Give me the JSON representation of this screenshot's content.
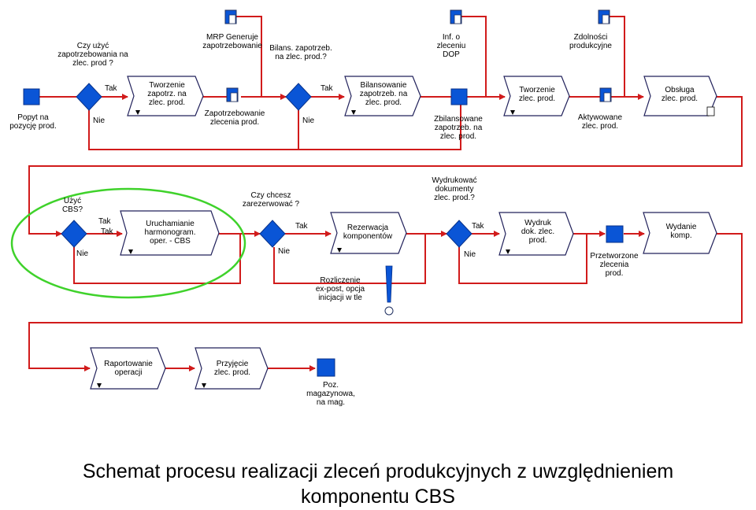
{
  "nodes": {
    "popyt": [
      "Popyt na",
      "pozycję prod."
    ],
    "q1": [
      "Czy użyć",
      "zapotrzebowania na",
      "zlec. prod ?"
    ],
    "q1_tak": "Tak",
    "q1_nie": "Nie",
    "tworzenie_zapotrz": [
      "Tworzenie",
      "zapotrz. na",
      "zlec. prod."
    ],
    "mrp": [
      "MRP Generuje",
      "zapotrzebowanie"
    ],
    "zapotrz_zlecenia": [
      "Zapotrzebowanie",
      "zlecenia prod."
    ],
    "q2": [
      "Bilans. zapotrzeb.",
      "na zlec. prod.?"
    ],
    "q2_tak": "Tak",
    "q2_nie": "Nie",
    "bilansowanie": [
      "Bilansowanie",
      "zapotrzeb. na",
      "zlec. prod."
    ],
    "inf_dop": [
      "Inf. o",
      "zleceniu",
      "DOP"
    ],
    "zbilansowane": [
      "Zbilansowane",
      "zapotrzeb. na",
      "zlec. prod."
    ],
    "tworzenie_zlec": [
      "Tworzenie",
      "zlec. prod."
    ],
    "zdolnosci": [
      "Zdolności",
      "produkcyjne"
    ],
    "aktywowane": [
      "Aktywowane",
      "zlec. prod."
    ],
    "obsluga": [
      "Obsługa",
      "zlec. prod."
    ],
    "q3": [
      "Użyć",
      "CBS?"
    ],
    "q3_tak": "Tak",
    "q3_tak2": "Tak",
    "q3_nie": "Nie",
    "uruchamianie": [
      "Uruchamianie",
      "harmonogram.",
      "oper. - CBS"
    ],
    "q4": [
      "Czy chcesz",
      "zarezerwować ?"
    ],
    "q4_tak": "Tak",
    "q4_nie": "Nie",
    "rezerwacja": [
      "Rezerwacja",
      "komponentów"
    ],
    "rozliczenie": [
      "Rozliczenie",
      "ex-post, opcja",
      "inicjacji w tle"
    ],
    "q5": [
      "Wydrukować",
      "dokumenty",
      "zlec. prod.?"
    ],
    "q5_tak": "Tak",
    "q5_nie": "Nie",
    "wydruk": [
      "Wydruk",
      "dok. zlec.",
      "prod."
    ],
    "przetworzone": [
      "Przetworzone",
      "zlecenia",
      "prod."
    ],
    "wydanie": [
      "Wydanie",
      "komp."
    ],
    "raportowanie": [
      "Raportowanie",
      "operacji"
    ],
    "przyjecie": [
      "Przyjęcie",
      "zlec. prod."
    ],
    "poz_mag": [
      "Poz.",
      "magazynowa,",
      "na mag."
    ]
  },
  "caption": {
    "line1": "Schemat procesu realizacji zleceń produkcyjnych z uwzględnieniem",
    "line2": "komponentu CBS"
  },
  "colors": {
    "flow": "#d11b1b",
    "event": "#0a55d6",
    "highlight": "#3fd22b",
    "function_border": "#20205a"
  }
}
